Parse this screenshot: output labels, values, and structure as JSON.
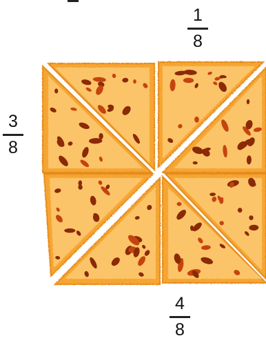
{
  "labels": {
    "top_right": {
      "numerator": "1",
      "denominator": "8"
    },
    "left": {
      "numerator": "3",
      "denominator": "8"
    },
    "bottom": {
      "numerator": "4",
      "denominator": "8"
    }
  },
  "colors": {
    "crust": "#f7a530",
    "fill": "#fbc469",
    "edge": "#e58c1b",
    "spot": "#8a2a06",
    "spot_light": "#c5440e"
  },
  "pieces": 8
}
